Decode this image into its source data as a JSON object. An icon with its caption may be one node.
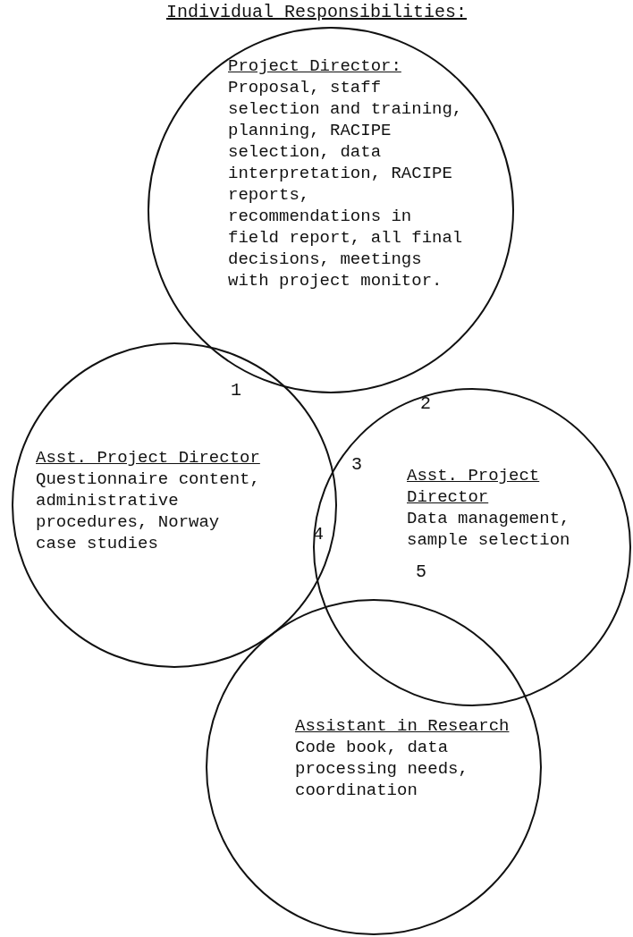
{
  "diagram": {
    "title": "Individual Responsibilities:",
    "nodes": [
      {
        "text": [
          "Project Director:",
          "Proposal, staff selection and training, planning, RACIPE selection, data interpretation, RACIPE reports, recommendations in field report, all final decisions, meetings with project monitor."
        ]
      },
      {
        "text": [
          "Asst. Project Director",
          "Questionnaire content, administrative procedures, Norway case studies"
        ]
      },
      {
        "text": [
          "Asst. Project Director",
          "Data management, sample selection"
        ]
      },
      {
        "text": [
          "Assistant in Research",
          "Code book, data processing needs, coordination"
        ]
      }
    ],
    "edges": [],
    "labels": [
      "1",
      "2",
      "3",
      "4",
      "5"
    ]
  }
}
